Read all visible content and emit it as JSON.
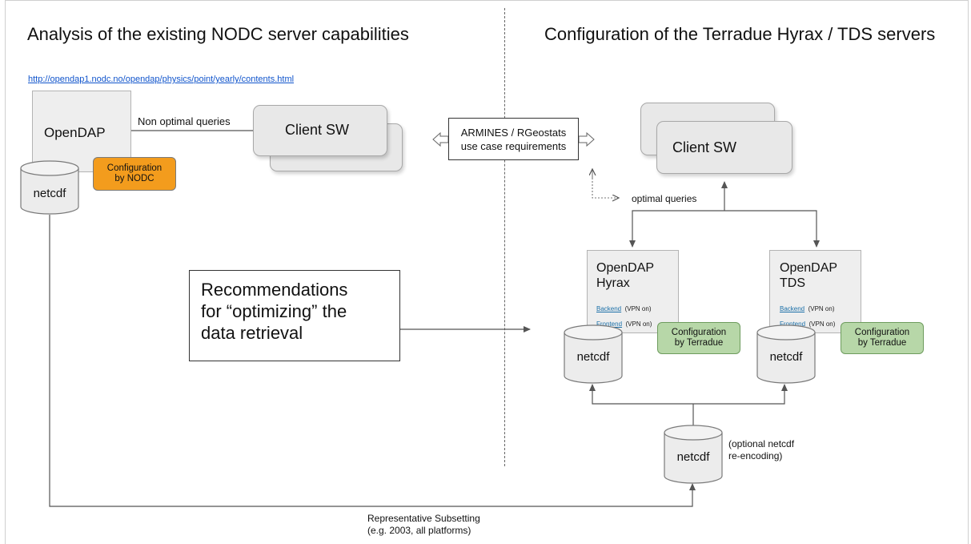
{
  "left_title": "Analysis of the existing NODC server capabilities",
  "right_title": "Configuration of the Terradue Hyrax / TDS servers",
  "url_link": "http://opendap1.nodc.no/opendap/physics/point/yearly/contents.html",
  "left": {
    "server_label": "OpenDAP",
    "config_tag": "Configuration\nby NODC",
    "storage_label": "netcdf",
    "query_label": "Non optimal queries",
    "client_label": "Client SW"
  },
  "requirements_box": "ARMINES / RGeostats\nuse case requirements",
  "recommendations_box": "Recommendations\nfor “optimizing” the\ndata retrieval",
  "right": {
    "client_label": "Client SW",
    "optimal_queries_label": "optimal queries",
    "hyrax": {
      "title": "OpenDAP\nHyrax",
      "backend_link": "Backend",
      "backend_note": "(VPN on)",
      "frontend_link": "Frontend",
      "frontend_note": "(VPN on)",
      "config_tag": "Configuration\nby Terradue",
      "storage_label": "netcdf"
    },
    "tds": {
      "title": "OpenDAP\nTDS",
      "backend_link": "Backend",
      "backend_note": "(VPN on)",
      "frontend_link": "Frontend",
      "frontend_note": "(VPN on)",
      "config_tag": "Configuration\nby Terradue",
      "storage_label": "netcdf"
    },
    "source_storage_label": "netcdf",
    "reencoding_note": "(optional netcdf\nre-encoding)"
  },
  "subsetting_label": "Representative Subsetting\n(e.g. 2003, all platforms)",
  "colors": {
    "nodc_orange": "#f39c1d",
    "terradue_green": "#b7d7a8",
    "server_gray": "#eeeeee",
    "link_blue": "#1155cc"
  }
}
